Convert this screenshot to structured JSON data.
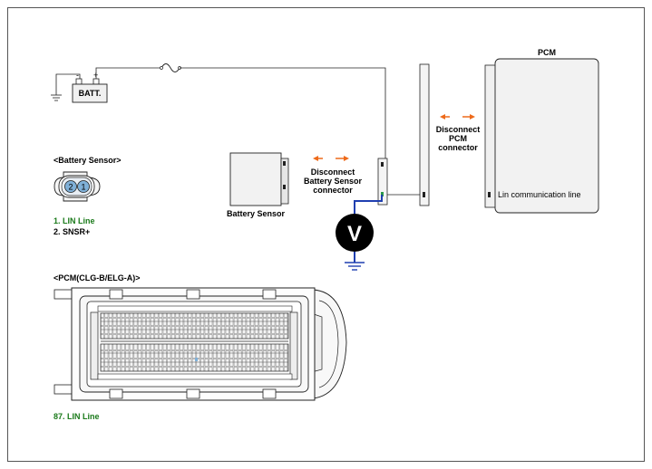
{
  "battery": {
    "label": "BATT.",
    "minus": "-",
    "plus": "+"
  },
  "pcm": {
    "title": "PCM",
    "lin_label": "Lin communication line"
  },
  "disconnect_pcm": [
    "Disconnect",
    "PCM",
    "connector"
  ],
  "disconnect_sensor": [
    "Disconnect",
    "Battery Sensor",
    "connector"
  ],
  "battery_sensor": {
    "label": "Battery Sensor"
  },
  "voltmeter": {
    "symbol": "V"
  },
  "sensor_connector": {
    "title": "<Battery Sensor>",
    "pins": [
      "2",
      "1"
    ],
    "pin1_desc": "1. LIN Line",
    "pin2_desc": "2. SNSR+"
  },
  "pcm_connector": {
    "title": "<PCM(CLG-B/ELG-A)>",
    "pin_desc": "87. LIN Line"
  },
  "colors": {
    "lin_green": "#1a7a1a",
    "wire_blue": "#1f3fb0",
    "arrow_orange": "#ee6a1a",
    "pin_blue": "#7fb0d8",
    "pin_dot": "#2a9a4a"
  }
}
